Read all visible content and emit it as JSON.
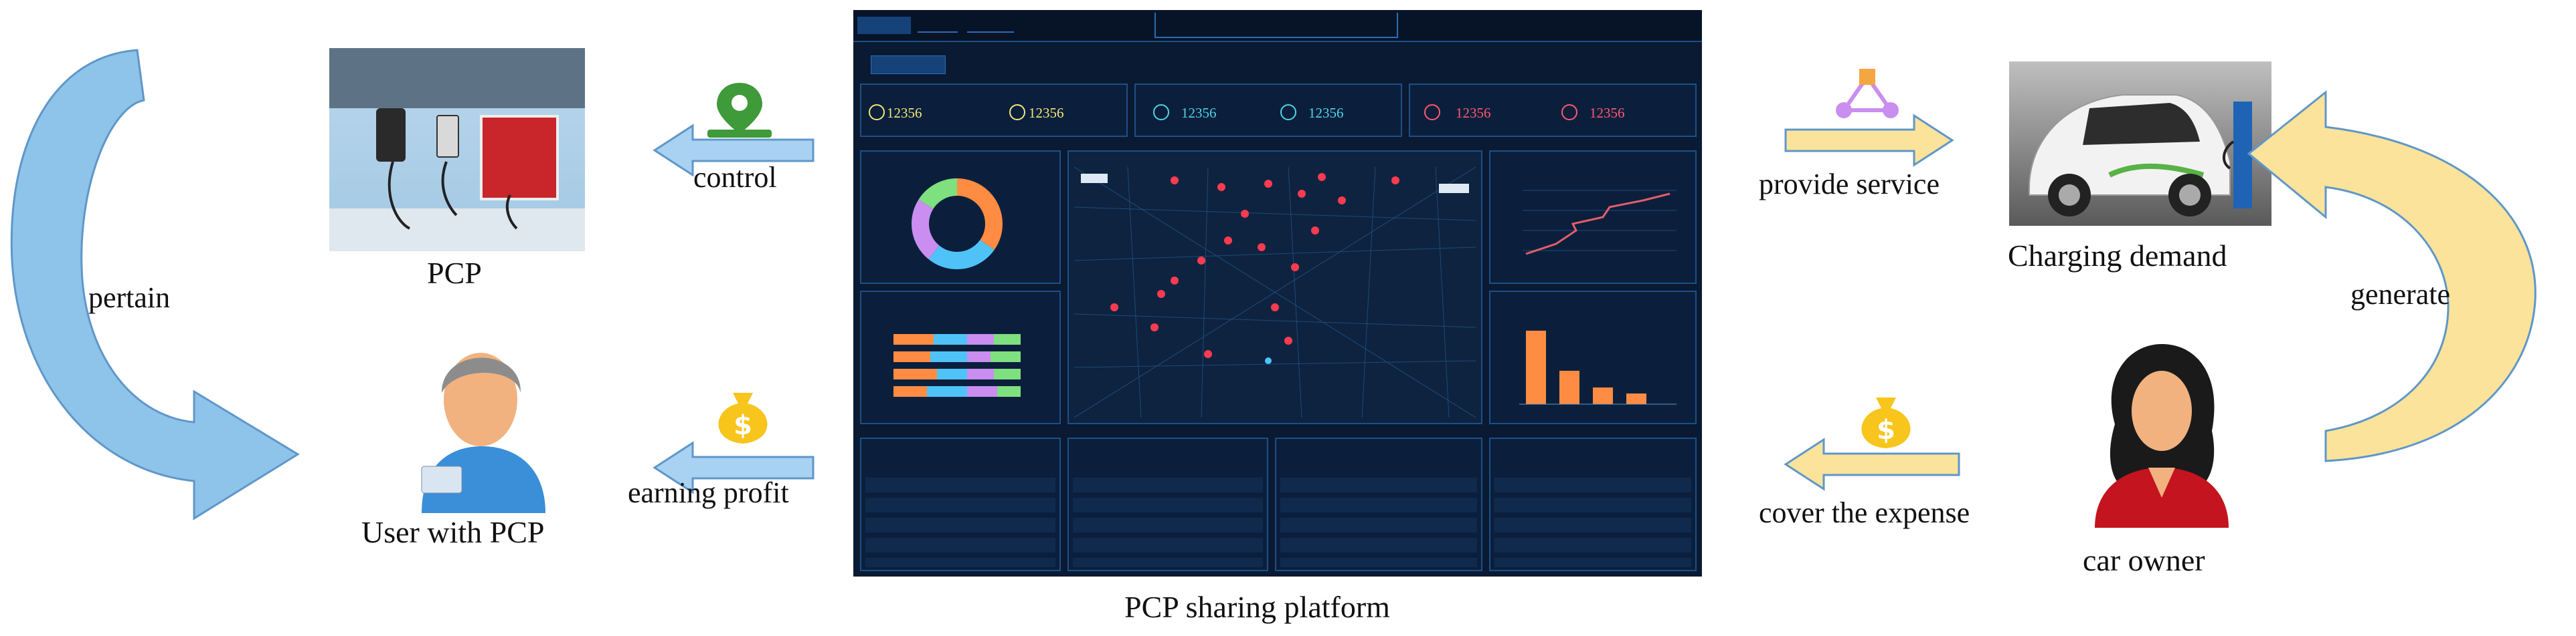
{
  "labels": {
    "pcp": "PCP",
    "user_with_pcp": "User with PCP",
    "control": "control",
    "earning_profit": "earning profit",
    "pertain": "pertain",
    "platform": "PCP sharing platform",
    "provide_service": "provide service",
    "cover_expense": "cover the expense",
    "charging_demand": "Charging demand",
    "car_owner": "car owner",
    "generate": "generate"
  },
  "dashboard": {
    "stats": [
      {
        "value": "12356",
        "color": "#f3e87a"
      },
      {
        "value": "12356",
        "color": "#f3e87a"
      },
      {
        "value": "12356",
        "color": "#4fd6e6"
      },
      {
        "value": "12356",
        "color": "#4fd6e6"
      },
      {
        "value": "12356",
        "color": "#ff5a6e"
      },
      {
        "value": "12356",
        "color": "#ff5a6e"
      }
    ]
  },
  "colors": {
    "left_arrow": "#8ec3ea",
    "right_arrow": "#fbe39b",
    "small_arrow_blue": "#a9d1f2",
    "small_arrow_yellow": "#fbe39b",
    "coin": "#f7c51b",
    "pin": "#3f9a3a",
    "dash_bg": "#0a1a33"
  },
  "icons": [
    "location-pin-icon",
    "dollar-bag-icon",
    "share-node-icon",
    "charger-wallbox-icon",
    "user-avatar-icon",
    "woman-avatar-icon",
    "electric-car-icon"
  ]
}
